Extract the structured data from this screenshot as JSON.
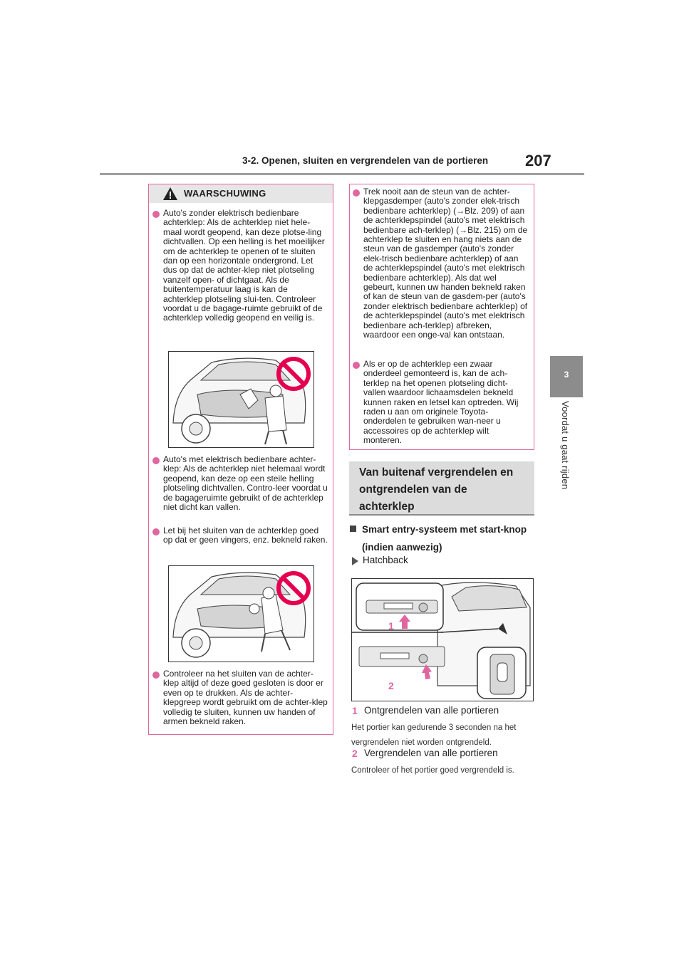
{
  "header": {
    "section_title": "3-2. Openen, sluiten en vergrendelen van de portieren",
    "page_number": "207"
  },
  "side_tab": {
    "chapter_number": "3",
    "chapter_label": "Voordat u gaat rijden"
  },
  "warning": {
    "title": "WAARSCHUWING",
    "left_items": [
      "Auto's zonder elektrisch bedienbare achterklep: Als de achterklep niet hele-maal wordt geopend, kan deze plotse-ling dichtvallen. Op een helling is het moeilijker om de achterklep te openen of te sluiten dan op een horizontale ondergrond. Let dus op dat de achter-klep niet plotseling vanzelf open- of dichtgaat. Als de buitentemperatuur laag is kan de achterklep plotseling slui-ten. Controleer voordat u de bagage-ruimte gebruikt of de achterklep volledig geopend en veilig is.",
      "Auto's met elektrisch bedienbare achter-klep: Als de achterklep niet helemaal wordt geopend, kan deze op een steile helling plotseling dichtvallen. Contro-leer voordat u de bagageruimte gebruikt of de achterklep niet dicht kan vallen.",
      "Let bij het sluiten van de achterklep goed op dat er geen vingers, enz. bekneld raken.",
      "Controleer na het sluiten van de achter-klep altijd of deze goed gesloten is door er even op te drukken. Als de achter-klepgreep wordt gebruikt om de achter-klep volledig te sluiten, kunnen uw handen of armen bekneld raken."
    ],
    "right_items": [
      "Trek nooit aan de steun van de achter-klepgasdemper (auto's zonder elek-trisch bedienbare achterklep) (→Blz. 209) of aan de achterklepspindel (auto's met elektrisch bedienbare ach-terklep) (→Blz. 215) om de achterklep te sluiten en hang niets aan de steun van de gasdemper (auto's zonder elek-trisch bedienbare achterklep) of aan de achterklepspindel (auto's met elektrisch bedienbare achterklep). Als dat wel gebeurt, kunnen uw handen bekneld raken of kan de steun van de gasdem-per (auto's zonder elektrisch bedienbare achterklep) of de achterklepspindel (auto's met elektrisch bedienbare ach-terklep) afbreken, waardoor een onge-val kan ontstaan.",
      "Als er op de achterklep een zwaar onderdeel gemonteerd is, kan de ach-terklep na het openen plotseling dicht-vallen waardoor lichaamsdelen bekneld kunnen raken en letsel kan optreden. Wij raden u aan om originele Toyota-onderdelen te gebruiken wan-neer u accessoires op de achterklep wilt monteren."
    ]
  },
  "section": {
    "heading": "Van buitenaf vergrendelen en ontgrendelen van de achterklep",
    "subheading": "Smart entry-systeem met start-knop (indien aanwezig)",
    "variant": "Hatchback",
    "figure_callouts": [
      "1",
      "2"
    ],
    "steps": [
      {
        "num": "1",
        "text": "Ontgrendelen van alle portieren",
        "note": "Het portier kan gedurende 3 seconden na het vergrendelen niet worden ontgrendeld."
      },
      {
        "num": "2",
        "text": "Vergrendelen van alle portieren",
        "note": "Controleer of het portier goed vergrendeld is."
      }
    ]
  },
  "colors": {
    "accent": "#e0669f",
    "warning_head_bg": "#e6e6e6",
    "section_head_bg": "#dcdcdc",
    "tab_gray": "#8c8c8c",
    "prohibit_red": "#e5004f"
  },
  "icons": [
    "warning-triangle-icon",
    "prohibition-icon",
    "bullet-icon",
    "arrow-right-icon"
  ]
}
